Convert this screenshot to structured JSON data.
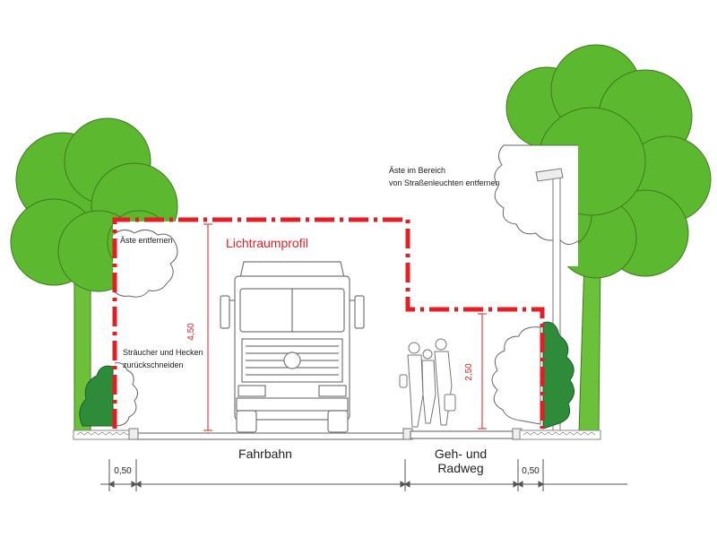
{
  "labels": {
    "profile_title": "Lichtraumprofil",
    "branches_remove": "Äste entfernen",
    "shrubs_line1": "Sträucher und Hecken",
    "shrubs_line2": "zurückschneiden",
    "lamp_line1": "Äste im Bereich",
    "lamp_line2": "von Straßenleuchten entfernen",
    "roadway": "Fahrbahn",
    "path_line1": "Geh- und",
    "path_line2": "Radweg"
  },
  "dimensions": {
    "road_height": "4,50",
    "path_height": "2,50",
    "left_offset": "0,50",
    "right_offset": "0,50"
  },
  "colors": {
    "clearance_line": "#e31e24",
    "tree_crown": "#5cb82e",
    "tree_trunk": "#6cc13a",
    "shrub": "#2e8b3a",
    "outline": "#666666"
  }
}
